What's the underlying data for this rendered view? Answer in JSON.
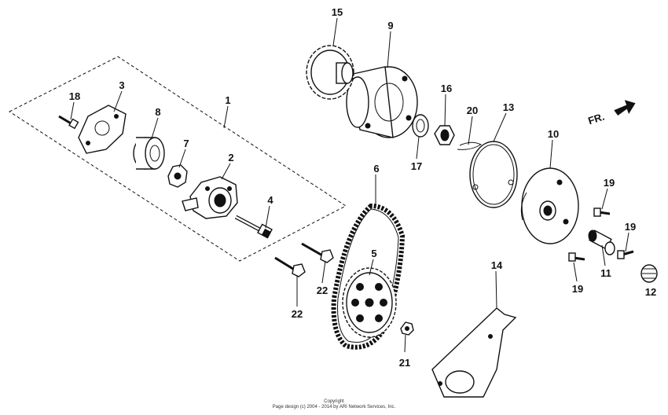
{
  "diagram": {
    "callouts": [
      "1",
      "2",
      "3",
      "4",
      "5",
      "6",
      "7",
      "8",
      "9",
      "10",
      "11",
      "12",
      "13",
      "14",
      "15",
      "16",
      "17",
      "18",
      "19",
      "19",
      "19",
      "20",
      "21",
      "22",
      "22"
    ],
    "direction_label": "FR.",
    "footer": {
      "line1": "Copyright",
      "line2": "Page design (c) 2004 - 2014 by ARI Network Services, Inc."
    }
  }
}
